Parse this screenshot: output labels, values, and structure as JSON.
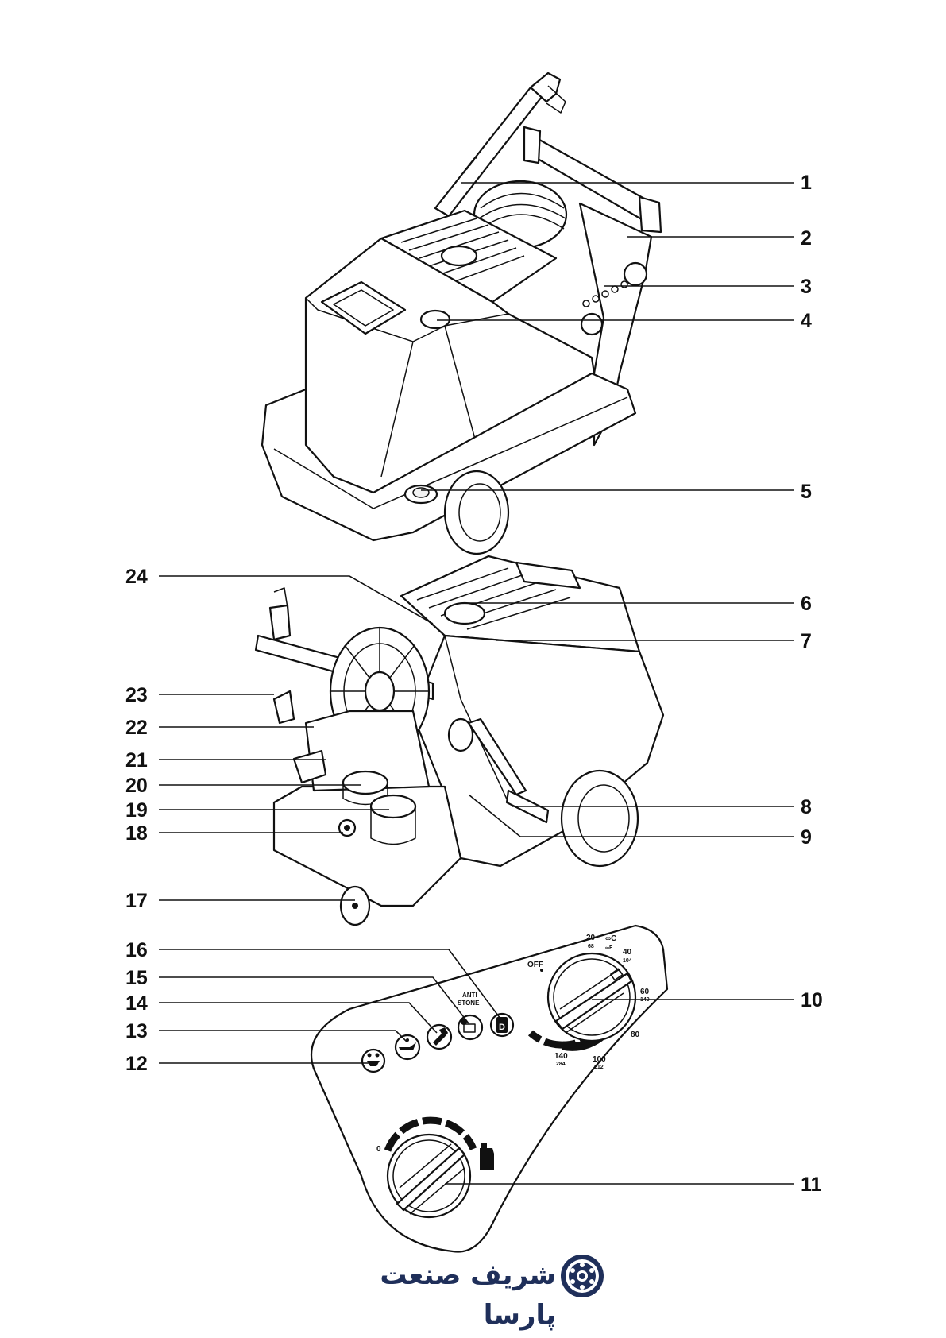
{
  "callouts": [
    "1",
    "2",
    "3",
    "4",
    "5",
    "6",
    "7",
    "8",
    "9",
    "10",
    "11",
    "12",
    "13",
    "14",
    "15",
    "16",
    "17",
    "18",
    "19",
    "20",
    "21",
    "22",
    "23",
    "24"
  ],
  "temperature_dial": {
    "off_label": "OFF",
    "unit_c": "∞C",
    "unit_f": "∞F",
    "scale_c": [
      "20",
      "40",
      "60",
      "80",
      "100",
      "140"
    ],
    "scale_f": [
      "68",
      "104",
      "140",
      "212",
      "284"
    ]
  },
  "pressure_dial": {
    "zero_label": "0"
  },
  "indicator_labels": {
    "anti_stone_line1": "ANTI",
    "anti_stone_line2": "STONE",
    "fuel_letter": "D"
  },
  "footer": {
    "brand_text": "شریف صنعت پارسا",
    "brand_color": "#1f2f5a"
  }
}
